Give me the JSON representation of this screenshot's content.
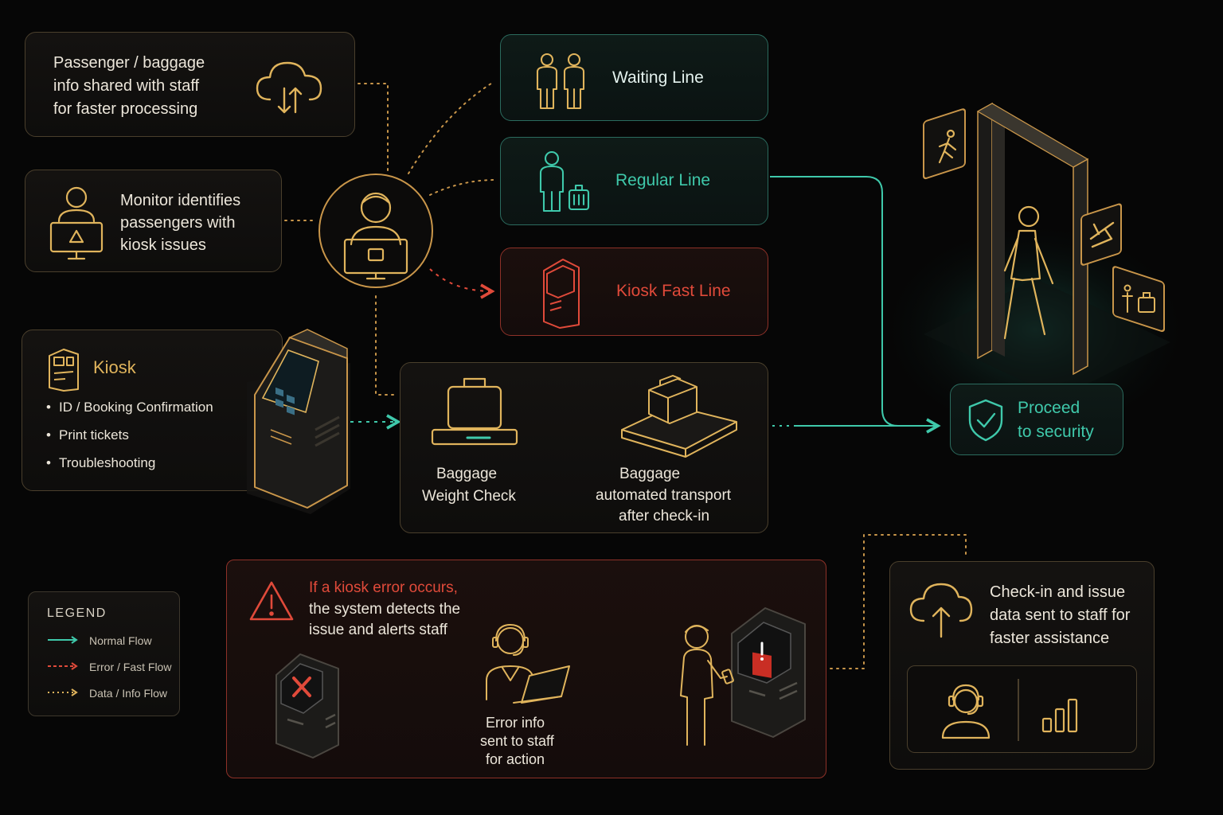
{
  "top_info": {
    "lines": [
      "Passenger / baggage",
      "info shared with staff",
      "for faster processing"
    ]
  },
  "monitor": {
    "lines": [
      "Monitor identifies",
      "passengers with",
      "kiosk issues"
    ]
  },
  "lanes": {
    "waiting": "Waiting Line",
    "regular": "Regular Line",
    "kiosk_fast": "Kiosk Fast Line"
  },
  "kiosk": {
    "title": "Kiosk",
    "bullets": [
      "ID / Booking Confirmation",
      "Print tickets",
      "Troubleshooting"
    ]
  },
  "baggage": {
    "weight_check": [
      "Baggage",
      "Weight Check"
    ],
    "transport": [
      "Baggage",
      "automated transport",
      "after check-in"
    ]
  },
  "security": {
    "lines": [
      "Proceed",
      "to security"
    ]
  },
  "error": {
    "headline": "If a kiosk error occurs,",
    "lines": [
      "the system detects the",
      "issue and alerts staff"
    ],
    "staff_caption": [
      "Error info",
      "sent to staff",
      "for action"
    ]
  },
  "checkin_data": {
    "lines": [
      "Check-in and issue",
      "data sent to staff for",
      "faster assistance"
    ]
  },
  "legend": {
    "title": "LEGEND",
    "items": [
      {
        "label": "Normal Flow",
        "color": "#3fc9ab"
      },
      {
        "label": "Error / Fast Flow",
        "color": "#e04a3a"
      },
      {
        "label": "Data / Info Flow",
        "color": "#e0b45c"
      }
    ]
  },
  "colors": {
    "gold": "#e0b45c",
    "teal": "#3fc9ab",
    "red": "#e04a3a"
  }
}
